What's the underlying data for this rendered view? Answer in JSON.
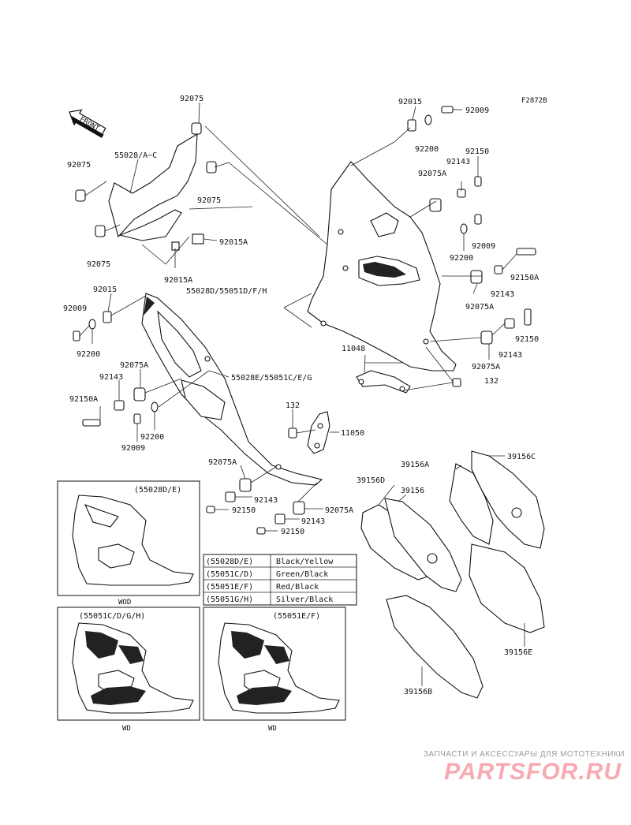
{
  "figure_code": "F2872B",
  "front_arrow_label": "FRONT",
  "callouts": {
    "c92075_top": "92075",
    "c92015_top": "92015",
    "c92009_top": "92009",
    "c55028_ac": "55028/A~C",
    "c92075_left": "92075",
    "c92075_mid": "92075",
    "c92200_top": "92200",
    "c92150_top": "92150",
    "c92143_top": "92143",
    "c92075a_top": "92075A",
    "c92015a_right": "92015A",
    "c92075_bottom": "92075",
    "c92009_mid": "92009",
    "c92200_mid": "92200",
    "c92150a_right": "92150A",
    "c92015a_bottom": "92015A",
    "c55028d_group": "55028D/55051D/F/H",
    "c92143_right": "92143",
    "c92075a_right": "92075A",
    "c92015_left": "92015",
    "c92009_left": "92009",
    "c92150_right": "92150",
    "c92143_right2": "92143",
    "c92200_left": "92200",
    "c11048": "11048",
    "c92075a_right2": "92075A",
    "c92075a_left": "92075A",
    "c55028e_group": "55028E/55051C/E/G",
    "c92143_left": "92143",
    "c132_right": "132",
    "c92150a_left": "92150A",
    "c132_mid": "132",
    "c11050": "11050",
    "c92200_left2": "92200",
    "c92009_left2": "92009",
    "c92075a_mid": "92075A",
    "c92143_mid": "92143",
    "c92150_mid": "92150",
    "c92075a_mid2": "92075A",
    "c92143_mid2": "92143",
    "c92150_mid2": "92150",
    "c39156a": "39156A",
    "c39156c": "39156C",
    "c39156d": "39156D",
    "c39156": "39156",
    "c39156e": "39156E",
    "c39156b": "39156B"
  },
  "insets": {
    "top_left_caption": "(55028D/E)",
    "top_left_tag": "WOD",
    "bottom_left_caption": "(55051C/D/G/H)",
    "bottom_left_tag": "WD",
    "bottom_right_caption": "(55051E/F)",
    "bottom_right_tag": "WD"
  },
  "color_table": {
    "rows": [
      {
        "code": "(55028D/E)",
        "color": "Black/Yellow"
      },
      {
        "code": "(55051C/D)",
        "color": "Green/Black"
      },
      {
        "code": "(55051E/F)",
        "color": "Red/Black"
      },
      {
        "code": "(55051G/H)",
        "color": "Silver/Black"
      }
    ]
  },
  "watermark": {
    "tagline": "ЗАПЧАСТИ И АКСЕССУАРЫ ДЛЯ МОТОТЕХНИКИ",
    "brand": "PARTSFOR.RU"
  }
}
